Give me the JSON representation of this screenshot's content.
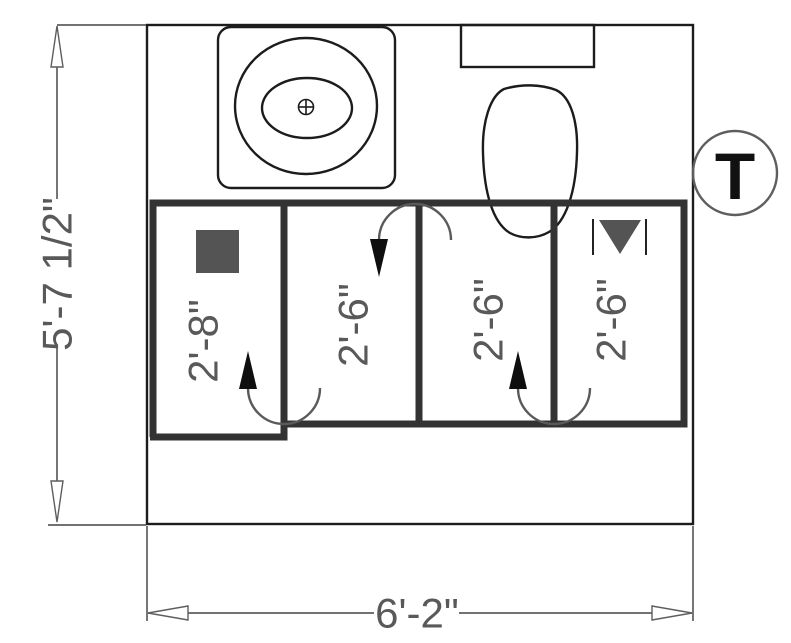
{
  "plan": {
    "dimensions": {
      "height_label": "5'-7 1/2\"",
      "width_label": "6'-2\""
    },
    "stalls": [
      {
        "label": "2'-8\""
      },
      {
        "label": "2'-6\""
      },
      {
        "label": "2'-6\""
      },
      {
        "label": "2'-6\""
      }
    ],
    "thermostat_label": "T",
    "colors": {
      "fixture_outline": "#1c1c1c",
      "partition": "#333333",
      "dimension_line": "#5e5e5e",
      "dimension_text": "#595959",
      "emblem_gray": "#545454",
      "swing_arrow_black": "#0f0f0f",
      "background": "#ffffff"
    }
  }
}
